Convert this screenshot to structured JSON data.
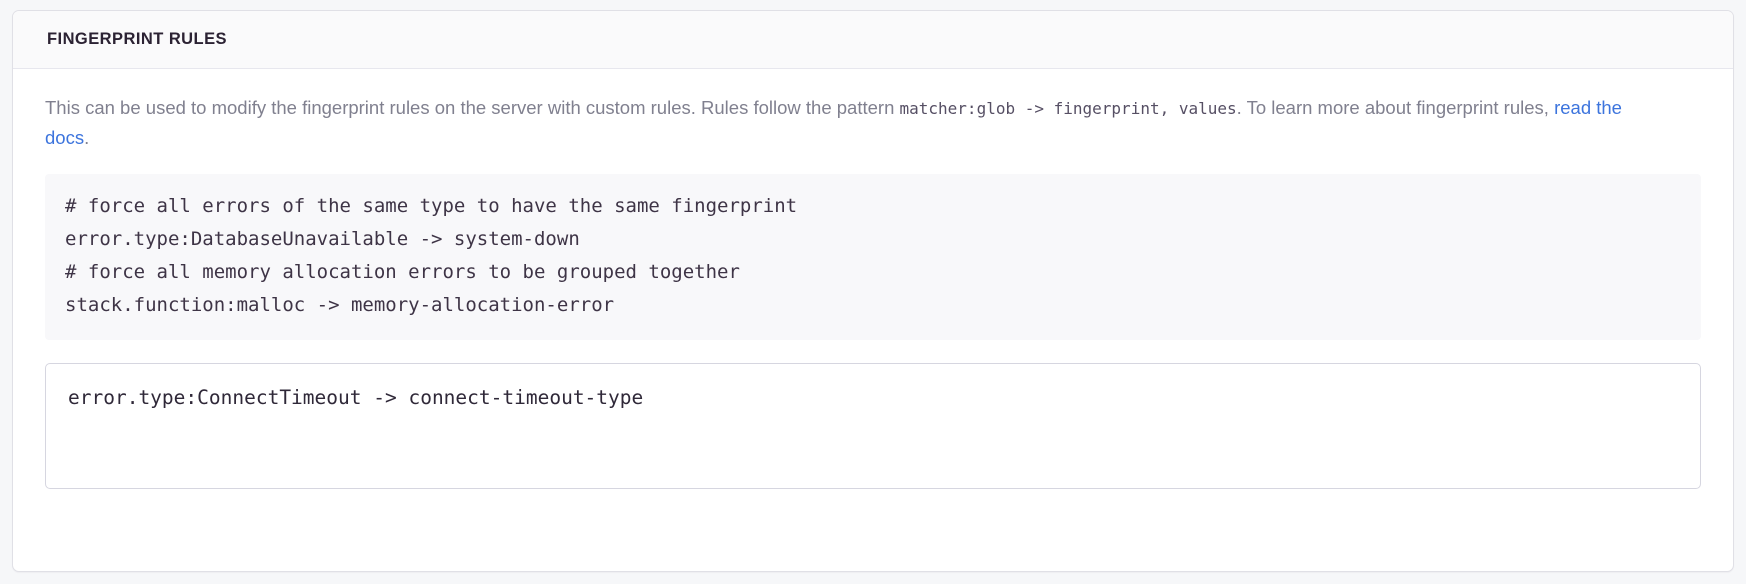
{
  "panel": {
    "header_title": "FINGERPRINT RULES",
    "description": {
      "part1": "This can be used to modify the fingerprint rules on the server with custom rules. Rules follow the pattern ",
      "code1": "matcher:glob -> fingerprint, values",
      "part2": ". To learn more about fingerprint rules, ",
      "link_text": "read the docs",
      "part3": "."
    },
    "code_example": "# force all errors of the same type to have the same fingerprint\nerror.type:DatabaseUnavailable -> system-down\n# force all memory allocation errors to be grouped together\nstack.function:malloc -> memory-allocation-error",
    "code_example_lines": [
      "# force all errors of the same type to have the same fingerprint",
      "error.type:DatabaseUnavailable -> system-down",
      "# force all memory allocation errors to be grouped together",
      "stack.function:malloc -> memory-allocation-error"
    ],
    "rules_input": {
      "value": "error.type:ConnectTimeout -> connect-timeout-type",
      "placeholder": "error.type:ConnectTimeout -> connect-timeout-type"
    }
  },
  "colors": {
    "page_background": "#f6f7f9",
    "panel_background": "#ffffff",
    "header_background": "#fafafb",
    "border": "#e0e0e6",
    "title_text": "#2b2233",
    "body_text": "#80808f",
    "code_background": "#f8f8fa",
    "code_text": "#3e3446",
    "link": "#3c74dd"
  }
}
